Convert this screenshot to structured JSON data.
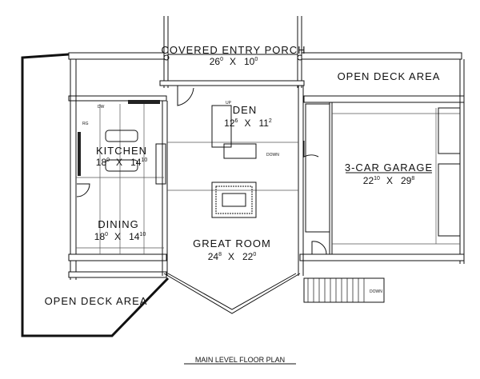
{
  "rooms": {
    "porch": {
      "name": "COVERED ENTRY PORCH",
      "w": "26",
      "wi": "0",
      "x": "X",
      "d": "10",
      "di": "0"
    },
    "deck_right": {
      "name": "OPEN DECK AREA"
    },
    "deck_left": {
      "name": "OPEN DECK AREA"
    },
    "kitchen": {
      "name": "KITCHEN",
      "w": "18",
      "wi": "0",
      "x": "X",
      "d": "14",
      "di": "10"
    },
    "dining": {
      "name": "DINING",
      "w": "18",
      "wi": "0",
      "x": "X",
      "d": "14",
      "di": "10"
    },
    "den": {
      "name": "DEN",
      "w": "12",
      "wi": "6",
      "x": "X",
      "d": "11",
      "di": "2"
    },
    "great_room": {
      "name": "GREAT ROOM",
      "w": "24",
      "wi": "8",
      "x": "X",
      "d": "22",
      "di": "0"
    },
    "garage": {
      "name": "3-CAR GARAGE",
      "w": "22",
      "wi": "10",
      "x": "X",
      "d": "29",
      "di": "8"
    }
  },
  "annotations": {
    "dishwasher": "DW",
    "range": "RG",
    "stair_up": "UP",
    "stair_down": "DOWN",
    "garage_stair_down": "DOWN"
  },
  "caption": "MAIN LEVEL FLOOR PLAN"
}
